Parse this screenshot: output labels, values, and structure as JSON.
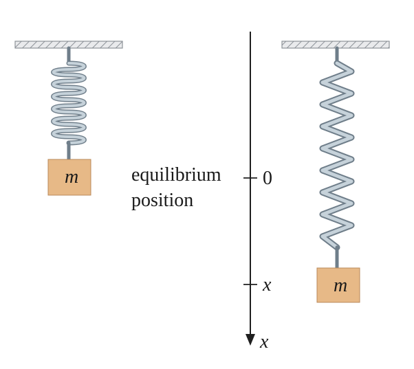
{
  "diagram": {
    "left_mass_label": "m",
    "right_mass_label": "m",
    "equilibrium_line1": "equilibrium",
    "equilibrium_line2": "position",
    "axis_zero_label": "0",
    "axis_x_tick_label": "x",
    "axis_end_label": "x"
  },
  "colors": {
    "mass_fill": "#e7b987",
    "mass_stroke": "#b9895b",
    "spring_fill": "#c6d2da",
    "spring_stroke": "#6f7e8a",
    "axis": "#1f1f1f",
    "support_hatch": "#8d9298"
  }
}
